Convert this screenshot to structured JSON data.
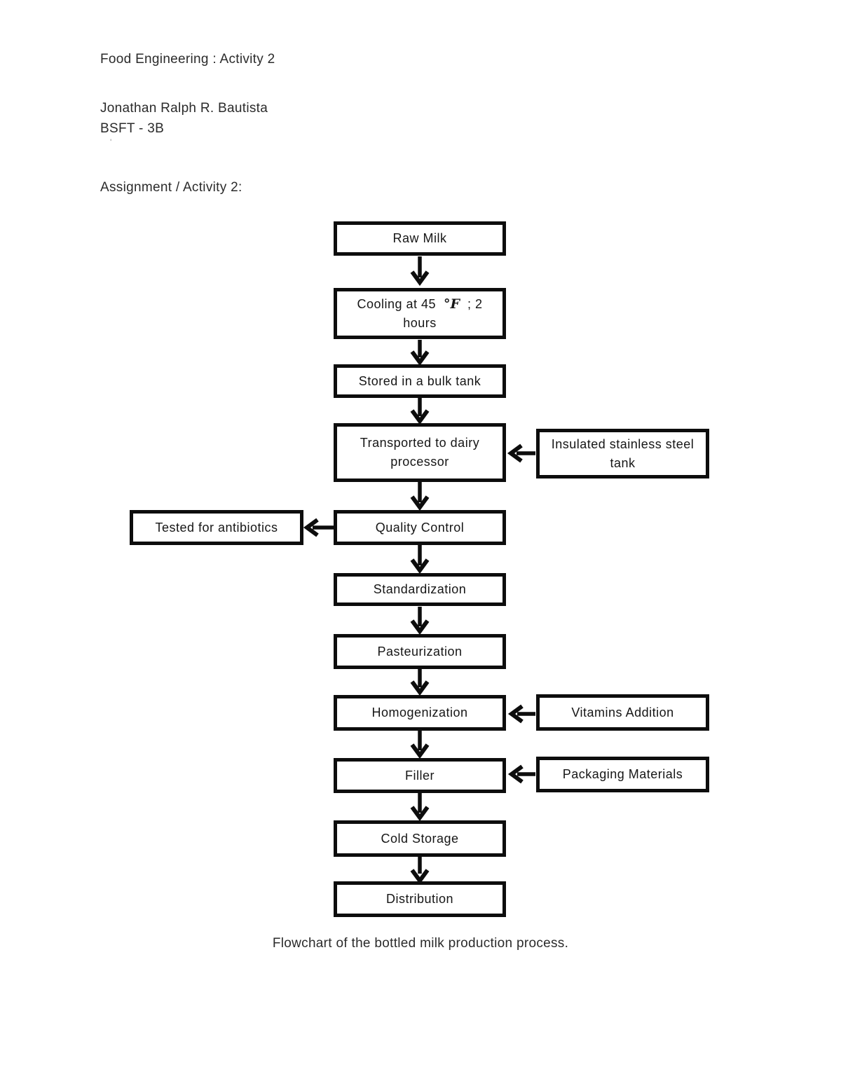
{
  "header": {
    "title": "Food Engineering : Activity 2",
    "author": "Jonathan Ralph R. Bautista",
    "section": "BSFT - 3B",
    "stray_mark": "'",
    "assignment_label": "Assignment / Activity 2:"
  },
  "flowchart": {
    "nodes": {
      "raw_milk": {
        "label": "Raw Milk"
      },
      "cooling": {
        "line1_prefix": "Cooling at 45",
        "line1_symbol": "°F",
        "line1_suffix": "; 2",
        "line2": "hours"
      },
      "stored": {
        "label": "Stored in a bulk tank"
      },
      "transported": {
        "label": "Transported to dairy processor"
      },
      "insulated": {
        "label": "Insulated stainless steel tank"
      },
      "quality": {
        "label": "Quality Control"
      },
      "tested": {
        "label": "Tested for antibiotics"
      },
      "standardization": {
        "label": "Standardization"
      },
      "pasteurization": {
        "label": "Pasteurization"
      },
      "homogenization": {
        "label": "Homogenization"
      },
      "vitamins": {
        "label": "Vitamins Addition"
      },
      "filler": {
        "label": "Filler"
      },
      "packaging": {
        "label": "Packaging Materials"
      },
      "cold_storage": {
        "label": "Cold Storage"
      },
      "distribution": {
        "label": "Distribution"
      }
    },
    "edges": [
      {
        "from": "raw_milk",
        "to": "cooling",
        "direction": "down"
      },
      {
        "from": "cooling",
        "to": "stored",
        "direction": "down"
      },
      {
        "from": "stored",
        "to": "transported",
        "direction": "down"
      },
      {
        "from": "insulated",
        "to": "transported",
        "direction": "left"
      },
      {
        "from": "transported",
        "to": "quality",
        "direction": "down"
      },
      {
        "from": "quality",
        "to": "tested",
        "direction": "left"
      },
      {
        "from": "quality",
        "to": "standardization",
        "direction": "down"
      },
      {
        "from": "standardization",
        "to": "pasteurization",
        "direction": "down"
      },
      {
        "from": "pasteurization",
        "to": "homogenization",
        "direction": "down"
      },
      {
        "from": "vitamins",
        "to": "homogenization",
        "direction": "left"
      },
      {
        "from": "homogenization",
        "to": "filler",
        "direction": "down"
      },
      {
        "from": "packaging",
        "to": "filler",
        "direction": "left"
      },
      {
        "from": "filler",
        "to": "cold_storage",
        "direction": "down"
      },
      {
        "from": "cold_storage",
        "to": "distribution",
        "direction": "down"
      }
    ],
    "caption": "Flowchart of the bottled milk production process."
  },
  "colors": {
    "ink": "#0d0d0d",
    "text": "#2b2b2b",
    "background": "#ffffff"
  }
}
